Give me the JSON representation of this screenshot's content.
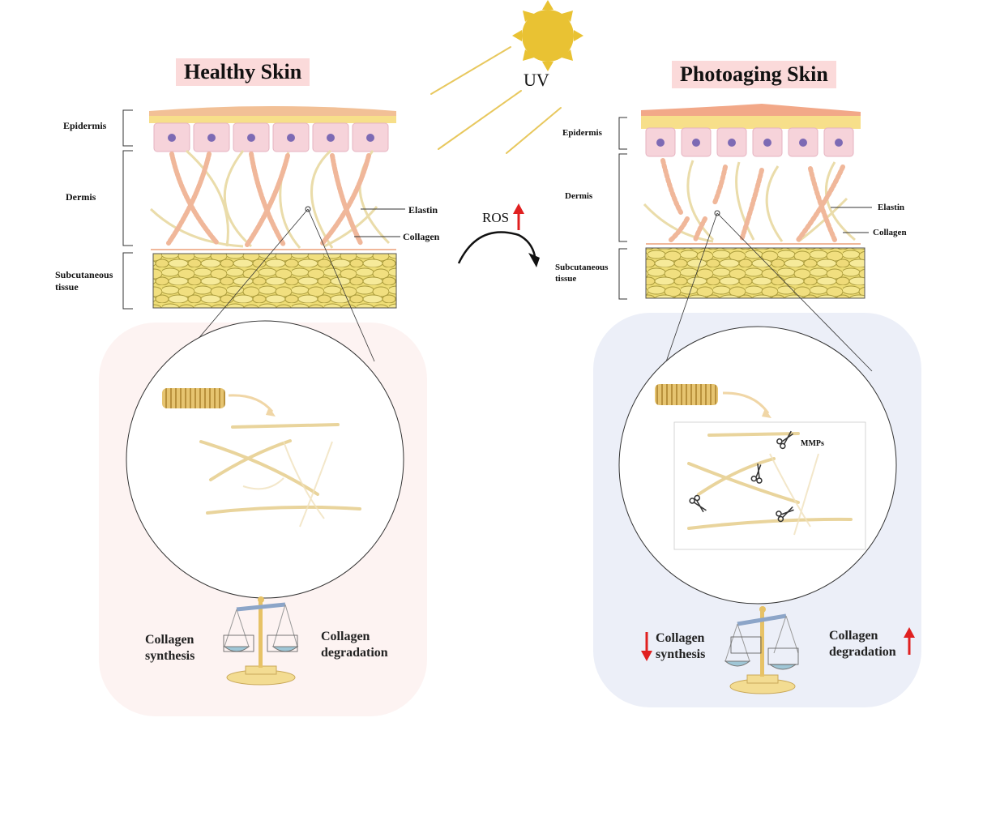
{
  "colors": {
    "healthy_title_bg": "#fbdada",
    "photo_title_bg": "#fbdada",
    "healthy_panel": "#fdf3f2",
    "photo_panel": "#eceff8",
    "sun": "#e9c233",
    "ray": "#e8c85e",
    "fat": "#eedd76",
    "fat_dark": "#a99a3a",
    "epi_top": "#f2c096",
    "epi_yellow": "#f7df8a",
    "cell": "#f6d3da",
    "nucleus": "#7d6ab4",
    "elastin": "#f0b79a",
    "collagen_fiber": "#eadcaa",
    "fibril": "#d6b45a",
    "red_arrow": "#e02020"
  },
  "icons": {
    "sun": "sun-icon",
    "arrow": "curved-arrow-icon",
    "up": "up-arrow-icon",
    "down": "down-arrow-icon",
    "scissors": "scissors-icon",
    "balance": "balance-scale-icon",
    "fibril": "collagen-fibril-icon"
  },
  "uv": {
    "label": "UV"
  },
  "ros": {
    "label": "ROS"
  },
  "healthy": {
    "title": "Healthy Skin",
    "layers": {
      "epidermis": "Epidermis",
      "dermis": "Dermis",
      "subcutaneous_line1": "Subcutaneous",
      "subcutaneous_line2": "tissue"
    },
    "fibers": {
      "elastin": "Elastin",
      "collagen": "Collagen"
    },
    "balance": {
      "left_line1": "Collagen",
      "left_line2": "synthesis",
      "right_line1": "Collagen",
      "right_line2": "degradation"
    }
  },
  "photoaging": {
    "title": "Photoaging Skin",
    "layers": {
      "epidermis": "Epidermis",
      "dermis": "Dermis",
      "subcutaneous_line1": "Subcutaneous",
      "subcutaneous_line2": "tissue"
    },
    "fibers": {
      "elastin": "Elastin",
      "collagen": "Collagen"
    },
    "mmps": "MMPs",
    "balance": {
      "left_line1": "Collagen",
      "left_line2": "synthesis",
      "right_line1": "Collagen",
      "right_line2": "degradation"
    }
  }
}
